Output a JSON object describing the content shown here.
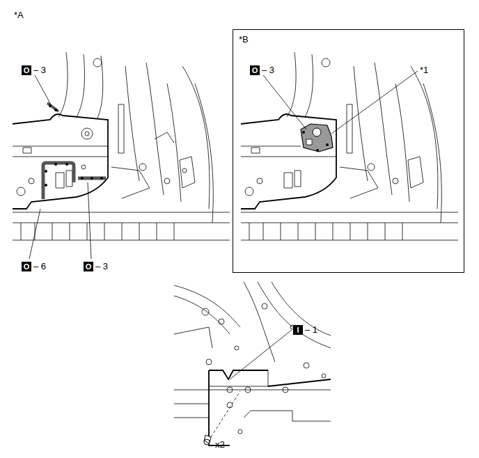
{
  "diagram": {
    "nodes": [
      {
        "text": [
          "*B"
        ]
      }
    ],
    "labels": [
      "*A",
      "O",
      "– 3",
      "O",
      "– 6",
      "O",
      "– 3",
      "O",
      "– 3",
      "*1",
      "I",
      "– 1",
      "x2"
    ]
  }
}
